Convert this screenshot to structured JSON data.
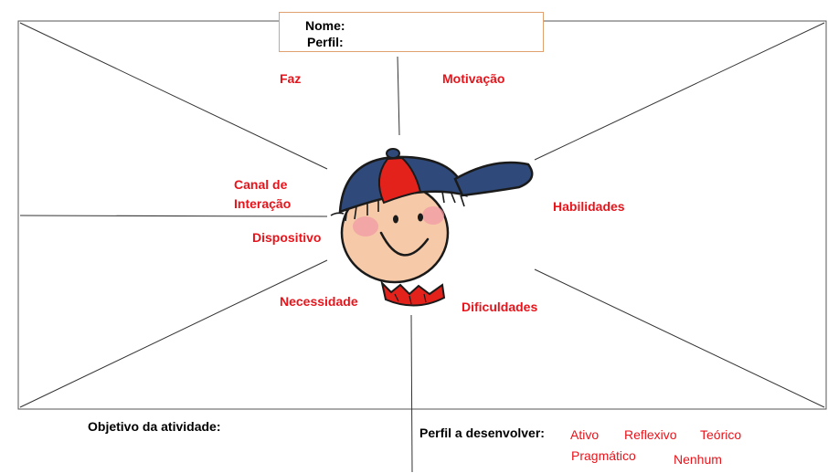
{
  "header": {
    "name_label": "Nome:",
    "profile_label": "Perfil:"
  },
  "regions": {
    "faz": "Faz",
    "motivacao": "Motivação",
    "canal_line1": "Canal de",
    "canal_line2": "Interação",
    "habilidades": "Habilidades",
    "dispositivo": "Dispositivo",
    "necessidade": "Necessidade",
    "dificuldades": "Dificuldades"
  },
  "footer": {
    "objective_label": "Objetivo da atividade:",
    "profile_develop_label": "Perfil a desenvolver:",
    "options": [
      "Ativo",
      "Reflexivo",
      "Teórico",
      "Pragmático",
      "Nenhum"
    ]
  },
  "colors": {
    "label_red": "#e8141b",
    "cap_blue": "#2f4a7a",
    "cap_red": "#e3221c",
    "face": "#f6c9a8",
    "name_box_border": "#e0a070"
  },
  "icons": {
    "character": "boy-with-cap-icon"
  }
}
